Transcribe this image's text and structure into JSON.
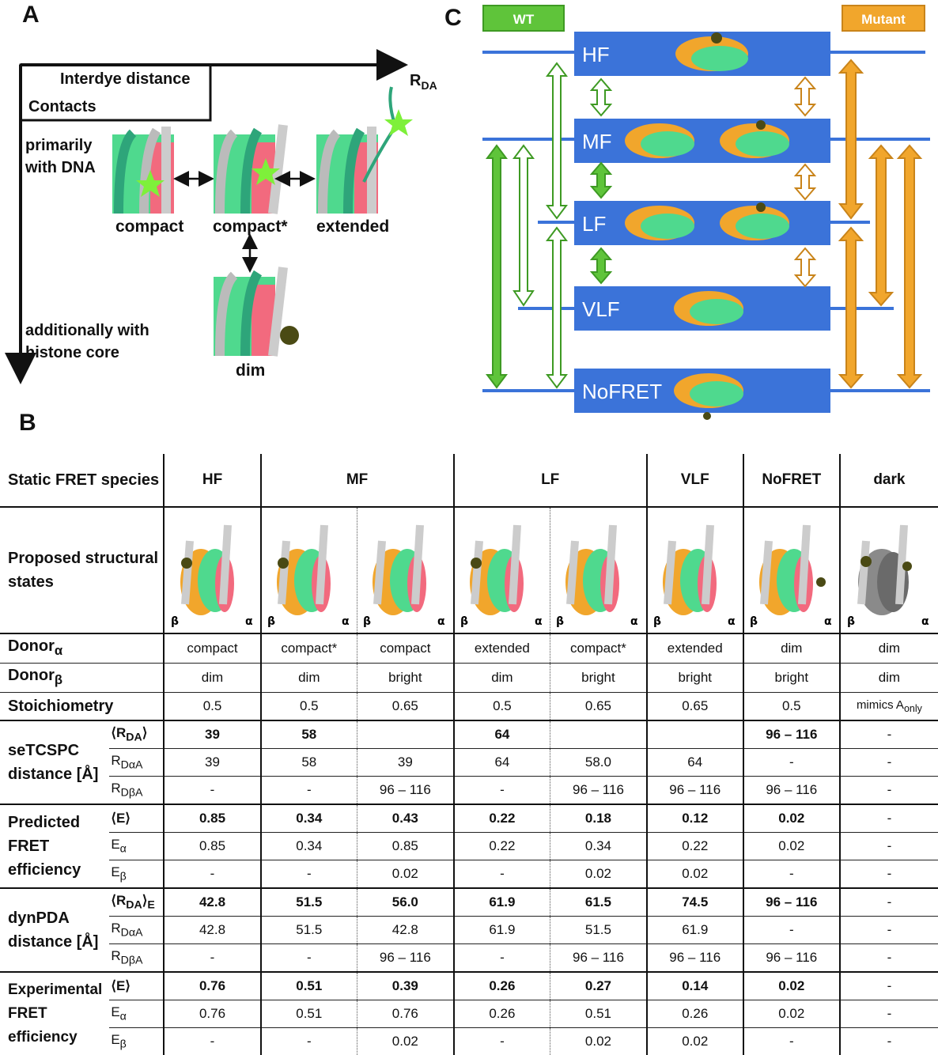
{
  "panel_a": {
    "label": "A",
    "axis_x_label": "R",
    "axis_x_sub": "DA",
    "box_line1": "Interdye distance",
    "box_line2": "Contacts",
    "row1_label": "primarily with  DNA",
    "row2_label": "additionally with histone core",
    "states": [
      "compact",
      "compact*",
      "extended",
      "dim"
    ]
  },
  "panel_b": {
    "label": "B"
  },
  "panel_c": {
    "label": "C",
    "wt_label": "WT",
    "mutant_label": "Mutant",
    "levels": [
      "HF",
      "MF",
      "LF",
      "VLF",
      "NoFRET"
    ],
    "colors": {
      "wt": "#5fc43a",
      "mutant": "#f1a62c",
      "level_box": "#3b73d9"
    }
  },
  "table": {
    "header_label": "Static FRET species",
    "columns": [
      "HF",
      "MF",
      "LF",
      "VLF",
      "NoFRET",
      "dark"
    ],
    "structural_label": "Proposed structural states",
    "beta": "β",
    "alpha": "α",
    "donor_a_label": "Donor",
    "donor_a_sub": "α",
    "donor_b_label": "Donor",
    "donor_b_sub": "β",
    "donor_a": [
      "compact",
      "compact*",
      "compact",
      "extended",
      "compact*",
      "extended",
      "dim",
      "dim"
    ],
    "donor_b": [
      "dim",
      "dim",
      "bright",
      "dim",
      "bright",
      "bright",
      "bright",
      "dim"
    ],
    "stoich_label": "Stoichiometry",
    "stoich": [
      "0.5",
      "0.5",
      "0.65",
      "0.5",
      "0.65",
      "0.65",
      "0.5"
    ],
    "stoich_dark": "mimics A",
    "stoich_dark_sub": "only",
    "se_label": "seTCSPC distance [Å]",
    "se_sub": [
      "⟨R",
      "DA",
      "⟩"
    ],
    "se_ra_sub": [
      "R",
      "DαA"
    ],
    "se_rb_sub": [
      "R",
      "DβA"
    ],
    "se_mean": [
      "39",
      "58",
      "",
      "64",
      "",
      "",
      "96 – 116",
      "-"
    ],
    "se_ra": [
      "39",
      "58",
      "39",
      "64",
      "58.0",
      "64",
      "-",
      "-"
    ],
    "se_rb": [
      "-",
      "-",
      "96 – 116",
      "-",
      "96 – 116",
      "96 – 116",
      "96 – 116",
      "-"
    ],
    "pred_label": "Predicted FRET efficiency",
    "e_mean_sub": "⟨E⟩",
    "e_a_sub": [
      "E",
      "α"
    ],
    "e_b_sub": [
      "E",
      "β"
    ],
    "pred_mean": [
      "0.85",
      "0.34",
      "0.43",
      "0.22",
      "0.18",
      "0.12",
      "0.02",
      "-"
    ],
    "pred_a": [
      "0.85",
      "0.34",
      "0.85",
      "0.22",
      "0.34",
      "0.22",
      "0.02",
      "-"
    ],
    "pred_b": [
      "-",
      "-",
      "0.02",
      "-",
      "0.02",
      "0.02",
      "-",
      "-"
    ],
    "dyn_label": "dynPDA distance [Å]",
    "dyn_sub": [
      "⟨R",
      "DA",
      "⟩",
      "E"
    ],
    "dyn_mean": [
      "42.8",
      "51.5",
      "56.0",
      "61.9",
      "61.5",
      "74.5",
      "96 – 116",
      "-"
    ],
    "dyn_a": [
      "42.8",
      "51.5",
      "42.8",
      "61.9",
      "51.5",
      "61.9",
      "-",
      "-"
    ],
    "dyn_b": [
      "-",
      "-",
      "96 – 116",
      "-",
      "96 – 116",
      "96 – 116",
      "96 – 116",
      "-"
    ],
    "exp_label": "Experimental FRET efficiency",
    "exp_mean": [
      "0.76",
      "0.51",
      "0.39",
      "0.26",
      "0.27",
      "0.14",
      "0.02",
      "-"
    ],
    "exp_a": [
      "0.76",
      "0.51",
      "0.76",
      "0.26",
      "0.51",
      "0.26",
      "0.02",
      "-"
    ],
    "exp_b": [
      "-",
      "-",
      "0.02",
      "-",
      "0.02",
      "0.02",
      "-",
      "-"
    ]
  }
}
